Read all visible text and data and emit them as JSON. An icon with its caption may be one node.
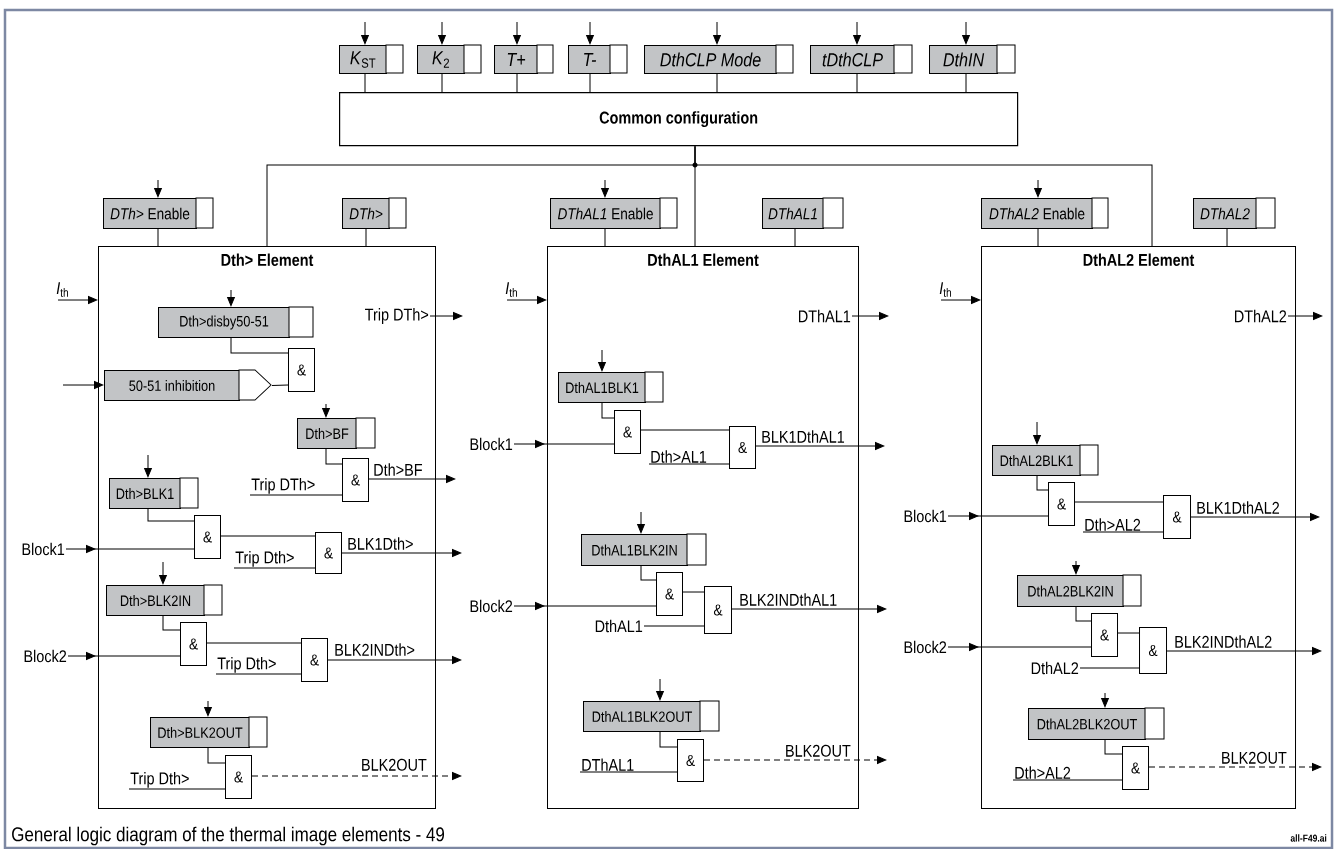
{
  "diagram": {
    "caption": "General logic diagram of the thermal image elements - 49",
    "nodes": [
      {
        "text": [
          "Common configuration"
        ]
      },
      {
        "text": [
          "*K*$_{ST}$"
        ]
      },
      {
        "text": [
          "*K*$_{2}$"
        ]
      },
      {
        "text": [
          "T+"
        ]
      },
      {
        "text": [
          "T-"
        ]
      },
      {
        "text": [
          "DthCLP Mode"
        ]
      },
      {
        "text": [
          "tDthCLP"
        ]
      },
      {
        "text": [
          "DthIN"
        ]
      },
      {
        "text": [
          "Dth> Element"
        ]
      },
      {
        "text": [
          "*DTh>* Enable"
        ]
      },
      {
        "text": [
          "DTh>"
        ]
      },
      {
        "text": [
          "Trip DTh>"
        ],
        "in": 8
      },
      {
        "text": [
          "Dth>disby50-51"
        ],
        "in": 8
      },
      {
        "text": [
          "&"
        ],
        "in": 8
      },
      {
        "text": [
          "50-51 inhibition"
        ],
        "in": 8
      },
      {
        "text": [
          "Dth>BF"
        ],
        "in": 8
      },
      {
        "text": [
          "&"
        ],
        "in": 8
      },
      {
        "text": [
          "Trip DTh>"
        ],
        "in": 8
      },
      {
        "text": [
          "Dth>BLK1"
        ],
        "in": 8
      },
      {
        "text": [
          "&"
        ],
        "in": 8
      },
      {
        "text": [
          "Block1"
        ]
      },
      {
        "text": [
          "&"
        ],
        "in": 8
      },
      {
        "text": [
          "Trip Dth>"
        ],
        "in": 8
      },
      {
        "text": [
          "Dth>BLK2IN"
        ],
        "in": 8
      },
      {
        "text": [
          "&"
        ],
        "in": 8
      },
      {
        "text": [
          "Block2"
        ]
      },
      {
        "text": [
          "&"
        ],
        "in": 8
      },
      {
        "text": [
          "Trip Dth>"
        ],
        "in": 8
      },
      {
        "text": [
          "Dth>BLK2OUT"
        ],
        "in": 8
      },
      {
        "text": [
          "&"
        ],
        "in": 8
      },
      {
        "text": [
          "Trip Dth>"
        ],
        "in": 8
      },
      {
        "text": [
          "DthAL1 Element"
        ]
      },
      {
        "text": [
          "*DThAL1* Enable"
        ]
      },
      {
        "text": [
          "DThAL1"
        ]
      },
      {
        "text": [
          "DThAL1"
        ],
        "in": 31
      },
      {
        "text": [
          "DthAL1BLK1"
        ],
        "in": 31
      },
      {
        "text": [
          "&"
        ],
        "in": 31
      },
      {
        "text": [
          "Block1"
        ]
      },
      {
        "text": [
          "&"
        ],
        "in": 31
      },
      {
        "text": [
          "Dth>AL1"
        ],
        "in": 31
      },
      {
        "text": [
          "DthAL1BLK2IN"
        ],
        "in": 31
      },
      {
        "text": [
          "&"
        ],
        "in": 31
      },
      {
        "text": [
          "Block2"
        ]
      },
      {
        "text": [
          "&"
        ],
        "in": 31
      },
      {
        "text": [
          "DthAL1"
        ],
        "in": 31
      },
      {
        "text": [
          "DthAL1BLK2OUT"
        ],
        "in": 31
      },
      {
        "text": [
          "&"
        ],
        "in": 31
      },
      {
        "text": [
          "DThAL1"
        ],
        "in": 31
      },
      {
        "text": [
          "DthAL2 Element"
        ]
      },
      {
        "text": [
          "*DThAL2* Enable"
        ]
      },
      {
        "text": [
          "DThAL2"
        ]
      },
      {
        "text": [
          "DThAL2"
        ],
        "in": 48
      },
      {
        "text": [
          "DthAL2BLK1"
        ],
        "in": 48
      },
      {
        "text": [
          "&"
        ],
        "in": 48
      },
      {
        "text": [
          "Block1"
        ]
      },
      {
        "text": [
          "&"
        ],
        "in": 48
      },
      {
        "text": [
          "Dth>AL2"
        ],
        "in": 48
      },
      {
        "text": [
          "DthAL2BLK2IN"
        ],
        "in": 48
      },
      {
        "text": [
          "&"
        ],
        "in": 48
      },
      {
        "text": [
          "Block2"
        ]
      },
      {
        "text": [
          "&"
        ],
        "in": 48
      },
      {
        "text": [
          "DthAL2"
        ],
        "in": 48
      },
      {
        "text": [
          "DthAL2BLK2OUT"
        ],
        "in": 48
      },
      {
        "text": [
          "&"
        ],
        "in": 48
      },
      {
        "text": [
          "Dth>AL2"
        ],
        "in": 48
      }
    ],
    "edges": [
      {
        "from": null,
        "to": 1,
        "arrow": "to"
      },
      {
        "from": 1,
        "to": 0,
        "arrow": "none"
      },
      {
        "from": null,
        "to": 2,
        "arrow": "to"
      },
      {
        "from": 2,
        "to": 0,
        "arrow": "none"
      },
      {
        "from": null,
        "to": 3,
        "arrow": "to"
      },
      {
        "from": 3,
        "to": 0,
        "arrow": "none"
      },
      {
        "from": null,
        "to": 4,
        "arrow": "to"
      },
      {
        "from": 4,
        "to": 0,
        "arrow": "none"
      },
      {
        "from": null,
        "to": 5,
        "arrow": "to"
      },
      {
        "from": 5,
        "to": 0,
        "arrow": "none"
      },
      {
        "from": null,
        "to": 6,
        "arrow": "to"
      },
      {
        "from": 6,
        "to": 0,
        "arrow": "none"
      },
      {
        "from": null,
        "to": 7,
        "arrow": "to"
      },
      {
        "from": 7,
        "to": 0,
        "arrow": "none"
      },
      {
        "from": 0,
        "to": 8,
        "arrow": "none"
      },
      {
        "from": 0,
        "to": 31,
        "arrow": "none"
      },
      {
        "from": 0,
        "to": 48,
        "arrow": "none"
      },
      {
        "from": null,
        "to": 9,
        "arrow": "to"
      },
      {
        "from": 9,
        "to": 8,
        "arrow": "none"
      },
      {
        "from": 10,
        "to": 8,
        "arrow": "none"
      },
      {
        "from": null,
        "to": 8,
        "arrow": "to",
        "label": "*I*$_{th}$"
      },
      {
        "from": 11,
        "to": null,
        "arrow": "to"
      },
      {
        "from": null,
        "to": 12,
        "arrow": "to"
      },
      {
        "from": 12,
        "to": 13,
        "arrow": "none"
      },
      {
        "from": null,
        "to": 14,
        "arrow": "to"
      },
      {
        "from": 14,
        "to": 13,
        "arrow": "none"
      },
      {
        "from": null,
        "to": 15,
        "arrow": "to"
      },
      {
        "from": 15,
        "to": 16,
        "arrow": "none"
      },
      {
        "from": 17,
        "to": 16,
        "arrow": "none"
      },
      {
        "from": 16,
        "to": null,
        "arrow": "to",
        "label": "Dth>BF"
      },
      {
        "from": null,
        "to": 18,
        "arrow": "to"
      },
      {
        "from": 18,
        "to": 19,
        "arrow": "none"
      },
      {
        "from": 20,
        "to": 19,
        "arrow": "to"
      },
      {
        "from": 19,
        "to": 21,
        "arrow": "none"
      },
      {
        "from": 22,
        "to": 21,
        "arrow": "none"
      },
      {
        "from": 21,
        "to": null,
        "arrow": "to",
        "label": "BLK1Dth>"
      },
      {
        "from": null,
        "to": 23,
        "arrow": "to"
      },
      {
        "from": 23,
        "to": 24,
        "arrow": "none"
      },
      {
        "from": 25,
        "to": 24,
        "arrow": "to"
      },
      {
        "from": 24,
        "to": 26,
        "arrow": "none"
      },
      {
        "from": 27,
        "to": 26,
        "arrow": "none"
      },
      {
        "from": 26,
        "to": null,
        "arrow": "to",
        "label": "BLK2INDth>"
      },
      {
        "from": null,
        "to": 28,
        "arrow": "to"
      },
      {
        "from": 28,
        "to": 29,
        "arrow": "none"
      },
      {
        "from": 30,
        "to": 29,
        "arrow": "none"
      },
      {
        "from": 29,
        "to": null,
        "arrow": "to",
        "style": "dashed",
        "label": "BLK2OUT"
      },
      {
        "from": null,
        "to": 32,
        "arrow": "to"
      },
      {
        "from": 32,
        "to": 31,
        "arrow": "none"
      },
      {
        "from": 33,
        "to": 31,
        "arrow": "none"
      },
      {
        "from": null,
        "to": 31,
        "arrow": "to",
        "label": "*I*$_{th}$"
      },
      {
        "from": 34,
        "to": null,
        "arrow": "to"
      },
      {
        "from": null,
        "to": 35,
        "arrow": "to"
      },
      {
        "from": 35,
        "to": 36,
        "arrow": "none"
      },
      {
        "from": 37,
        "to": 36,
        "arrow": "to"
      },
      {
        "from": 36,
        "to": 38,
        "arrow": "none"
      },
      {
        "from": 39,
        "to": 38,
        "arrow": "none"
      },
      {
        "from": 38,
        "to": null,
        "arrow": "to",
        "label": "BLK1DthAL1"
      },
      {
        "from": null,
        "to": 40,
        "arrow": "to"
      },
      {
        "from": 40,
        "to": 41,
        "arrow": "none"
      },
      {
        "from": 42,
        "to": 41,
        "arrow": "to"
      },
      {
        "from": 41,
        "to": 43,
        "arrow": "none"
      },
      {
        "from": 44,
        "to": 43,
        "arrow": "none"
      },
      {
        "from": 43,
        "to": null,
        "arrow": "to",
        "label": "BLK2INDthAL1"
      },
      {
        "from": null,
        "to": 45,
        "arrow": "to"
      },
      {
        "from": 45,
        "to": 46,
        "arrow": "none"
      },
      {
        "from": 47,
        "to": 46,
        "arrow": "none"
      },
      {
        "from": 46,
        "to": null,
        "arrow": "to",
        "style": "dashed",
        "label": "BLK2OUT"
      },
      {
        "from": null,
        "to": 49,
        "arrow": "to"
      },
      {
        "from": 49,
        "to": 48,
        "arrow": "none"
      },
      {
        "from": 50,
        "to": 48,
        "arrow": "none"
      },
      {
        "from": null,
        "to": 48,
        "arrow": "to",
        "label": "*I*$_{th}$"
      },
      {
        "from": 51,
        "to": null,
        "arrow": "to"
      },
      {
        "from": null,
        "to": 52,
        "arrow": "to"
      },
      {
        "from": 52,
        "to": 53,
        "arrow": "none"
      },
      {
        "from": 54,
        "to": 53,
        "arrow": "to"
      },
      {
        "from": 53,
        "to": 55,
        "arrow": "none"
      },
      {
        "from": 56,
        "to": 55,
        "arrow": "none"
      },
      {
        "from": 55,
        "to": null,
        "arrow": "to",
        "label": "BLK1DthAL2"
      },
      {
        "from": null,
        "to": 57,
        "arrow": "to"
      },
      {
        "from": 57,
        "to": 58,
        "arrow": "none"
      },
      {
        "from": 59,
        "to": 58,
        "arrow": "to"
      },
      {
        "from": 58,
        "to": 60,
        "arrow": "none"
      },
      {
        "from": 61,
        "to": 60,
        "arrow": "none"
      },
      {
        "from": 60,
        "to": null,
        "arrow": "to",
        "label": "BLK2INDthAL2"
      },
      {
        "from": null,
        "to": 62,
        "arrow": "to"
      },
      {
        "from": 62,
        "to": 63,
        "arrow": "none"
      },
      {
        "from": 64,
        "to": 63,
        "arrow": "none"
      },
      {
        "from": 63,
        "to": null,
        "arrow": "to",
        "style": "dashed",
        "label": "BLK2OUT"
      }
    ],
    "labels": [
      "all-F49.ai"
    ]
  }
}
